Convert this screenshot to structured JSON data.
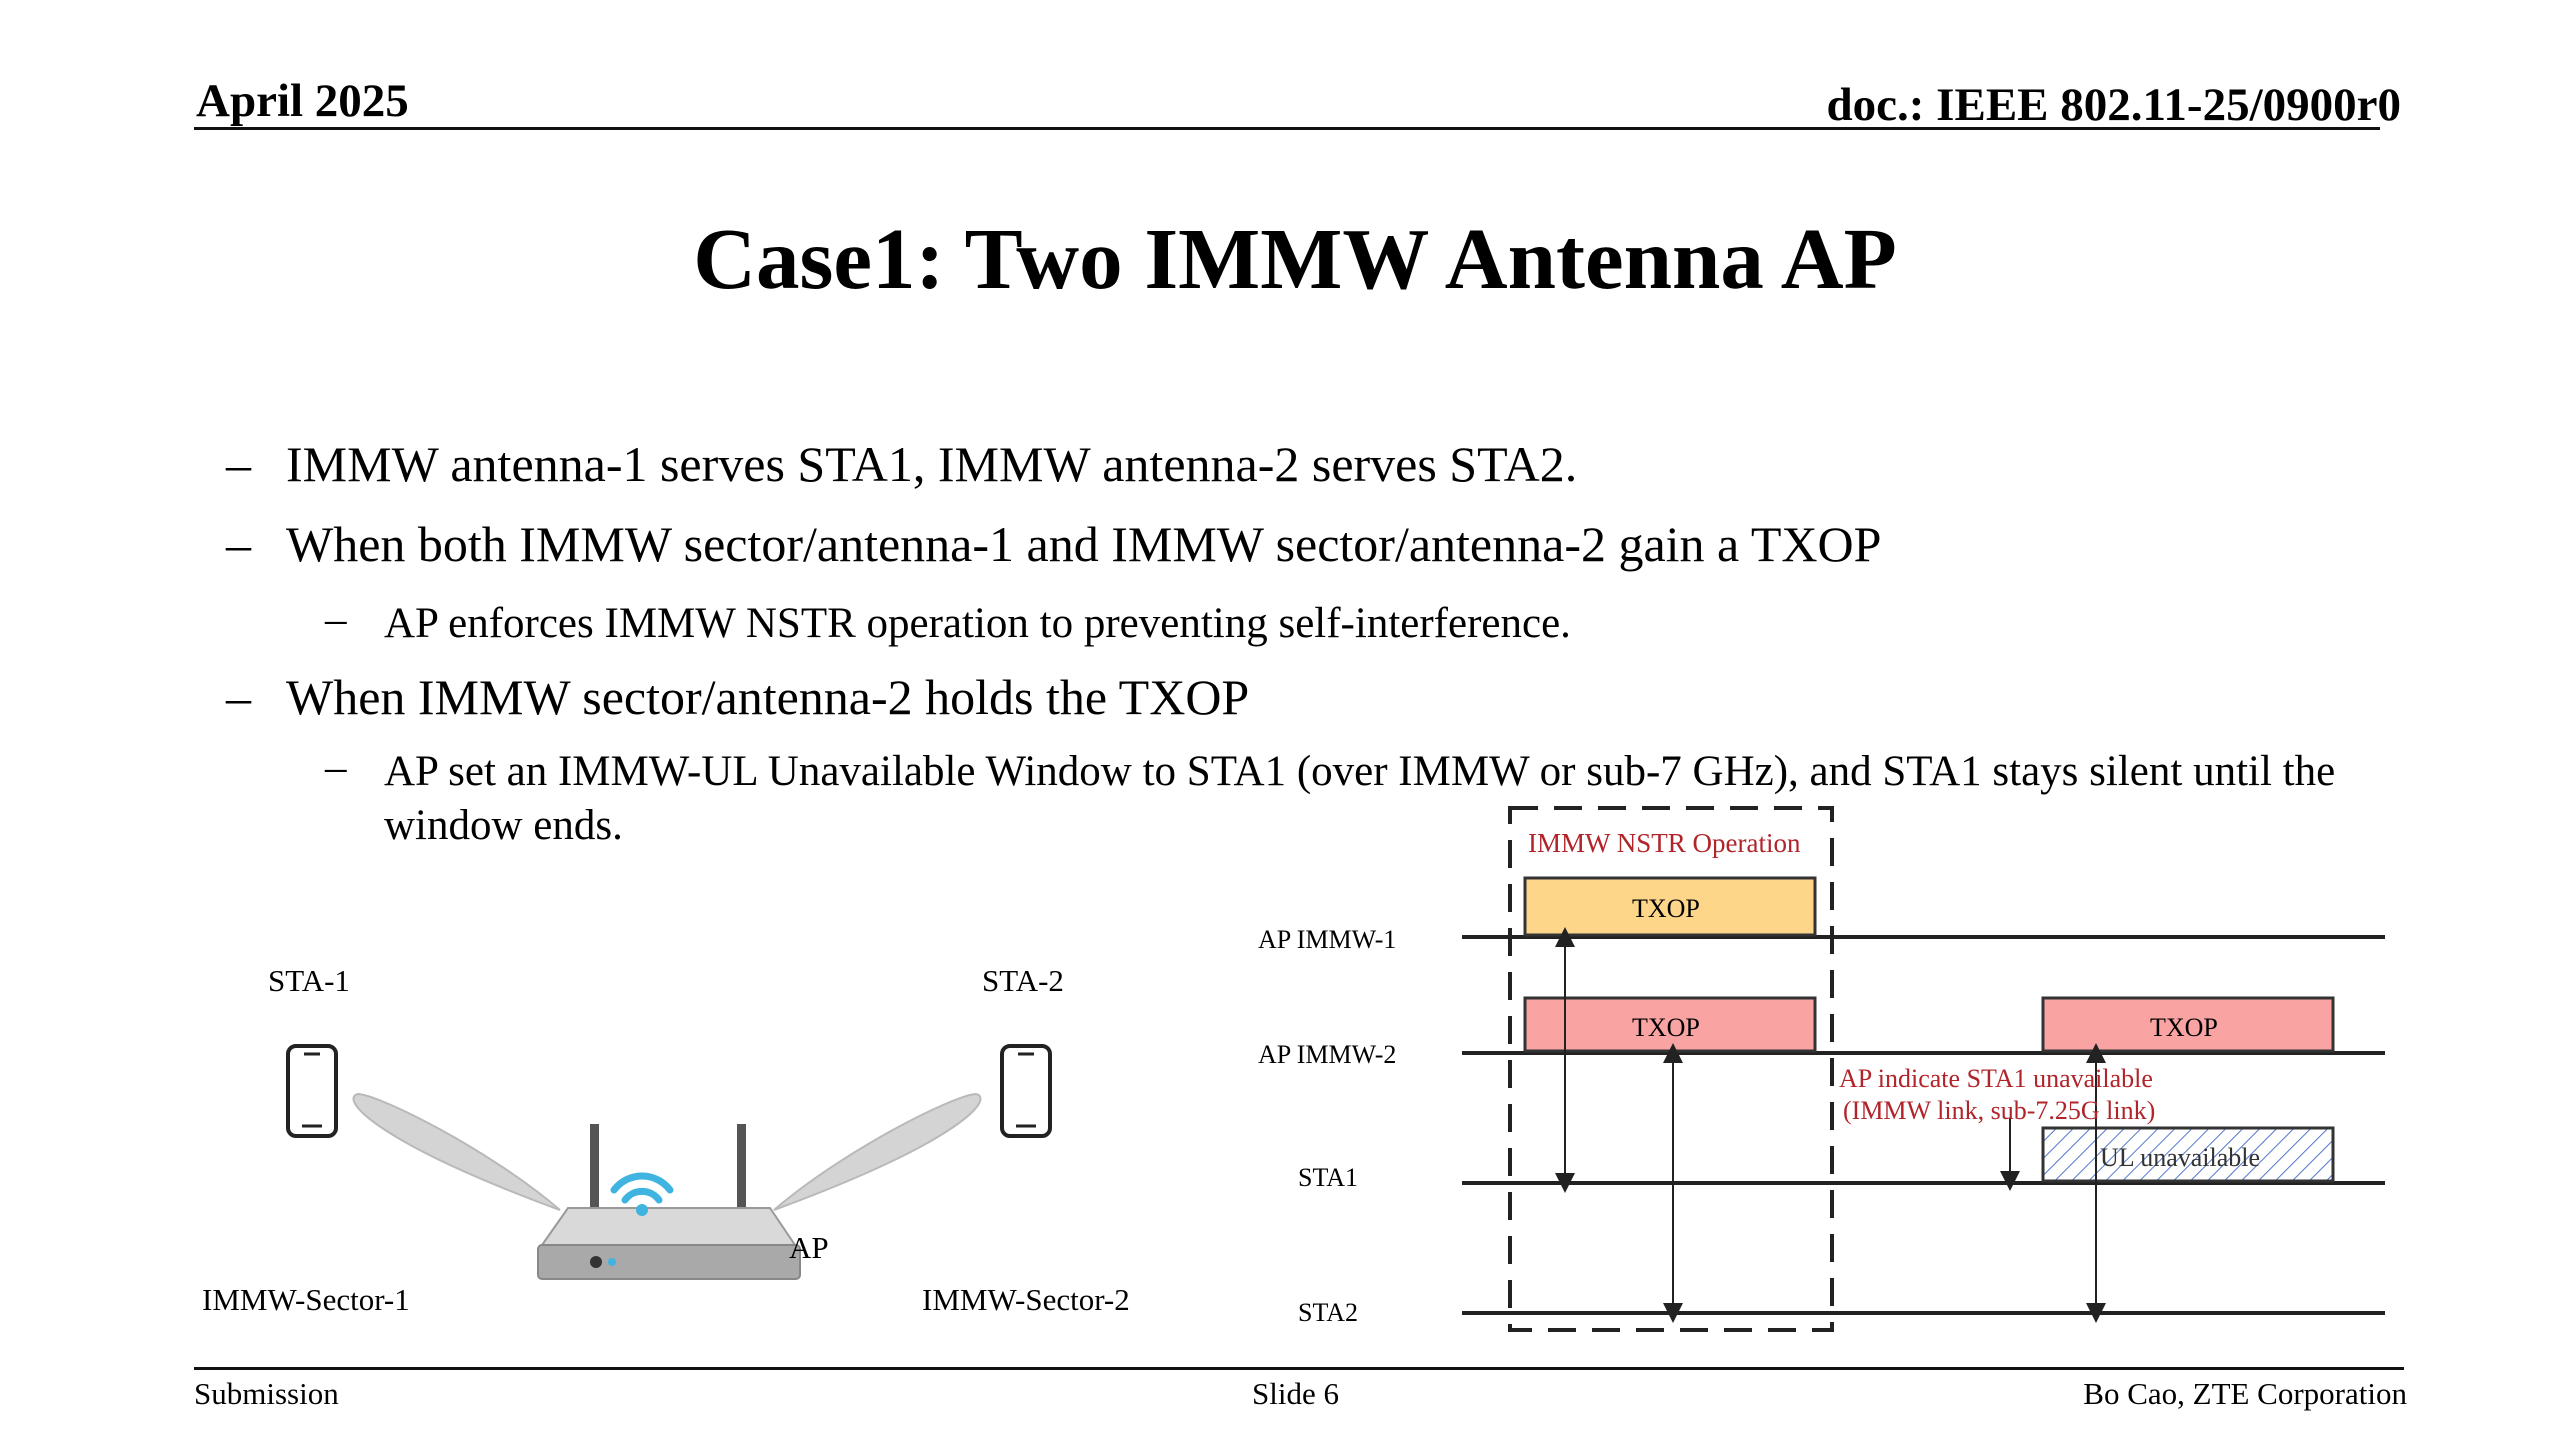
{
  "header": {
    "date": "April 2025",
    "doc_id": "doc.: IEEE 802.11-25/0900r0"
  },
  "title": "Case1: Two IMMW Antenna AP",
  "bullets": [
    {
      "level": 1,
      "text": "IMMW antenna-1 serves STA1, IMMW antenna-2 serves STA2."
    },
    {
      "level": 1,
      "text": "When both IMMW sector/antenna-1 and IMMW sector/antenna-2 gain a TXOP"
    },
    {
      "level": 2,
      "text": "AP enforces IMMW NSTR operation to preventing self-interference."
    },
    {
      "level": 1,
      "text": "When IMMW sector/antenna-2 holds the TXOP"
    },
    {
      "level": 2,
      "text": "AP set an IMMW-UL Unavailable Window to STA1 (over IMMW or sub-7 GHz), and STA1 stays silent until the window ends."
    }
  ],
  "bullet_dash": "–",
  "topology": {
    "sta1_label": "STA-1",
    "sta2_label": "STA-2",
    "ap_label": "AP",
    "sector1_label": "IMMW-Sector-1",
    "sector2_label": "IMMW-Sector-2",
    "wifi_color": "#3fb4e0",
    "beam_color": "#d4d4d4"
  },
  "timing": {
    "nstr_label": "IMMW NSTR Operation",
    "rows": [
      "AP IMMW-1",
      "AP IMMW-2",
      "STA1",
      "STA2"
    ],
    "txop_label": "TXOP",
    "txop1_color": "#fdd68a",
    "txop2_color": "#f9a3a3",
    "indicate_line1": "AP indicate STA1 unavailable",
    "indicate_line2": "(IMMW link, sub-7.25G link)",
    "ul_label": "UL unavailable",
    "ul_hatch_color": "#5577cc",
    "annotation_color": "#b0242a"
  },
  "footer": {
    "left": "Submission",
    "center": "Slide 6",
    "right": "Bo Cao, ZTE Corporation"
  }
}
